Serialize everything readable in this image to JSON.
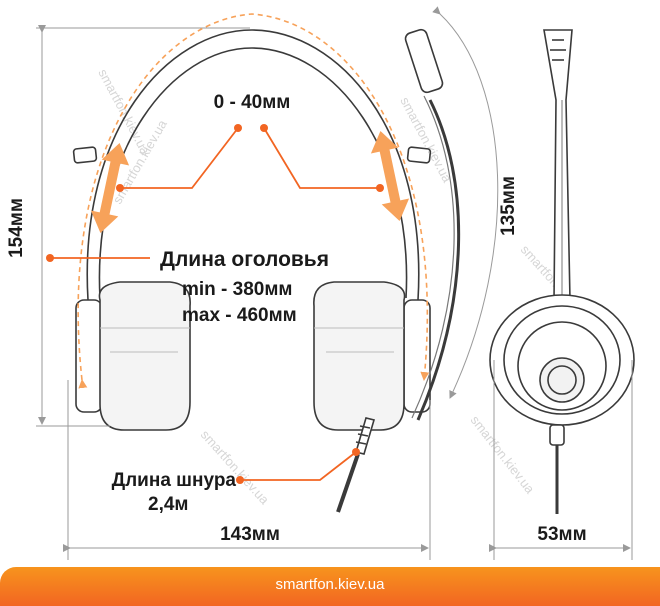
{
  "labels": {
    "adjust_range": "0 - 40мм",
    "headband_title": "Длина оголовья",
    "headband_min": "min  - 380мм",
    "headband_max": "max - 460мм",
    "cord_title": "Длина шнура",
    "cord_length": "2,4м",
    "width": "143мм",
    "height": "154мм",
    "mic_height": "135мм",
    "depth": "53мм"
  },
  "watermark": "smartfon.kiev.ua",
  "footer": {
    "text": "smartfon.kiev.ua"
  },
  "colors": {
    "accent": "#f26522",
    "line": "#3a3a3a",
    "dim": "#9a9a9a"
  }
}
